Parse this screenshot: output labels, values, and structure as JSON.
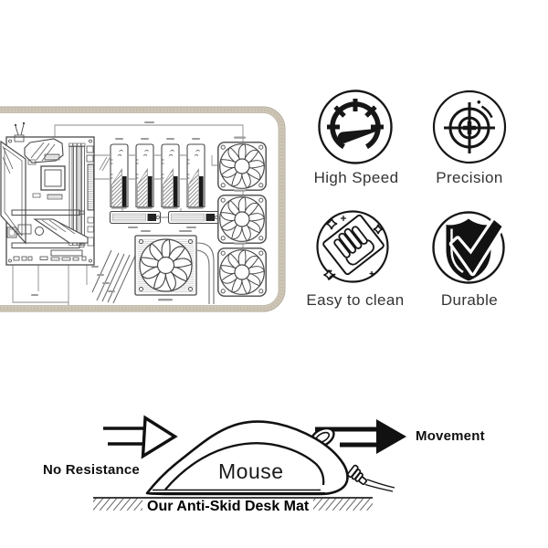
{
  "product": {
    "type": "desk-mat product infographic",
    "pad_print": "PC motherboard, RAM, SSD, PSU and cooling fans line-art",
    "colors": {
      "ink": "#161616",
      "line_art": "#4a4a4a",
      "pad_border": "#cfc7b8",
      "surface": "#ffffff"
    }
  },
  "features": [
    {
      "label": "High Speed",
      "icon": "speedometer-icon"
    },
    {
      "label": "Precision",
      "icon": "crosshair-target-icon"
    },
    {
      "label": "Easy to clean",
      "icon": "hand-wipe-icon"
    },
    {
      "label": "Durable",
      "icon": "shield-check-icon"
    }
  ],
  "diagram": {
    "left_label": "No Resistance",
    "right_label": "Movement",
    "mouse_label": "Mouse",
    "caption": "Our Anti-Skid Desk Mat"
  }
}
